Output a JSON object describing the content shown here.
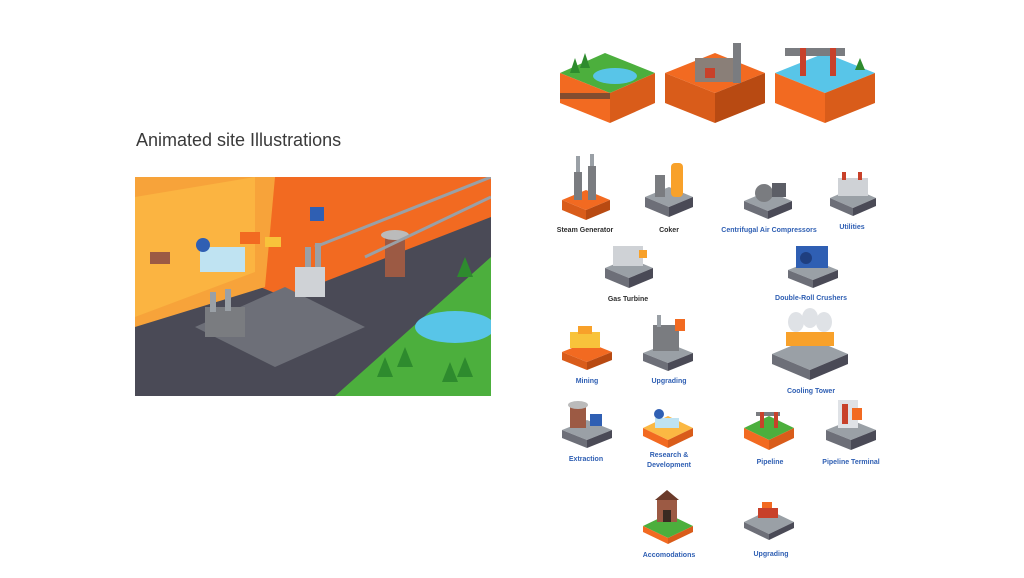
{
  "page": {
    "heading": "Animated site Illustrations"
  },
  "colors": {
    "orange": "#f26a21",
    "gray": "#7a7c80",
    "green": "#4caf3d",
    "water": "#58c5e8",
    "label_dark": "#2d2d2d",
    "label_blue": "#2f5fb3"
  },
  "icons": [
    {
      "label": "Steam Generator",
      "style": "dark",
      "base": "orange"
    },
    {
      "label": "Coker",
      "style": "dark",
      "base": "gray"
    },
    {
      "label": "Centrifugal Air Compressors",
      "style": "blue",
      "base": "gray"
    },
    {
      "label": "Utilities",
      "style": "blue",
      "base": "gray"
    },
    {
      "label": "Gas Turbine",
      "style": "dark",
      "base": "gray"
    },
    {
      "label": "Double-Roll Crushers",
      "style": "blue",
      "base": "gray"
    },
    {
      "label": "Mining",
      "style": "blue",
      "base": "orange"
    },
    {
      "label": "Upgrading",
      "style": "blue",
      "base": "gray"
    },
    {
      "label": "Cooling Tower",
      "style": "blue",
      "base": "gray"
    },
    {
      "label": "Extraction",
      "style": "blue",
      "base": "gray"
    },
    {
      "label": "Research &",
      "style": "blue",
      "base": "orange"
    },
    {
      "label": "Development",
      "style": "blue",
      "base": "orange"
    },
    {
      "label": "Pipeline",
      "style": "blue",
      "base": "orange"
    },
    {
      "label": "Pipeline Terminal",
      "style": "blue",
      "base": "gray"
    },
    {
      "label": "Accomodations",
      "style": "blue",
      "base": "orange"
    },
    {
      "label": "Upgrading",
      "style": "blue",
      "base": "gray"
    }
  ]
}
